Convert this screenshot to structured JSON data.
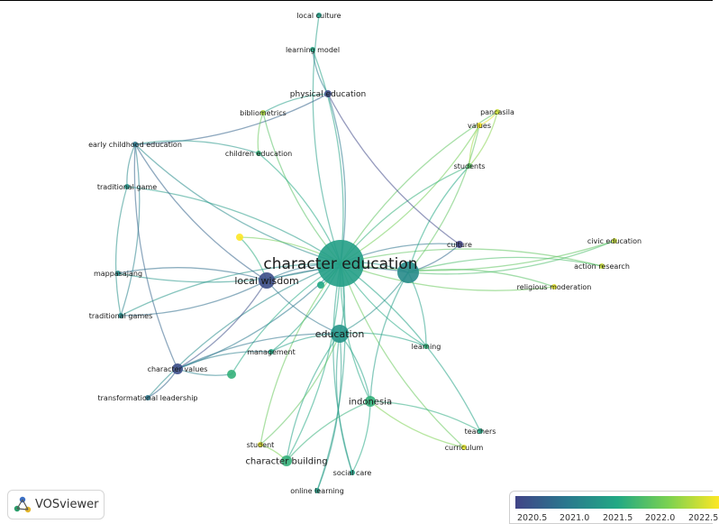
{
  "app": {
    "logo_text": "VOSviewer"
  },
  "network": {
    "nodes": [
      {
        "id": "character-education",
        "label": "character education",
        "year": 2021.4
      },
      {
        "id": "local-wisdom",
        "label": "local wisdom",
        "year": 2020.6
      },
      {
        "id": "education",
        "label": "education",
        "year": 2021.3
      },
      {
        "id": "indonesia",
        "label": "indonesia",
        "year": 2021.6
      },
      {
        "id": "character-building",
        "label": "character building",
        "year": 2021.6
      },
      {
        "id": "physical-education",
        "label": "physical education",
        "year": 2020.6
      },
      {
        "id": "local-culture",
        "label": "local culture",
        "year": 2021.4
      },
      {
        "id": "learning-model",
        "label": "learning model",
        "year": 2021.5
      },
      {
        "id": "bibliometrics",
        "label": "bibliometrics",
        "year": 2022.2
      },
      {
        "id": "children-education",
        "label": "children education",
        "year": 2021.6
      },
      {
        "id": "early-childhood-education",
        "label": "early childhood education",
        "year": 2021.0
      },
      {
        "id": "traditional-game",
        "label": "traditional game",
        "year": 2021.3
      },
      {
        "id": "mappasajang",
        "label": "mappasajang",
        "year": 2021.2
      },
      {
        "id": "traditional-games",
        "label": "traditional games",
        "year": 2021.2
      },
      {
        "id": "character-values",
        "label": "character values",
        "year": 2020.6
      },
      {
        "id": "transformational-leadership",
        "label": "transformational leadership",
        "year": 2021.0
      },
      {
        "id": "management",
        "label": "management",
        "year": 2021.5
      },
      {
        "id": "student",
        "label": "student",
        "year": 2022.4
      },
      {
        "id": "online-learning",
        "label": "online learning",
        "year": 2021.4
      },
      {
        "id": "social-care",
        "label": "social care",
        "year": 2021.4
      },
      {
        "id": "culture",
        "label": "culture",
        "year": 2020.5
      },
      {
        "id": "civic-education",
        "label": "civic education",
        "year": 2022.3
      },
      {
        "id": "action-research",
        "label": "action research",
        "year": 2022.3
      },
      {
        "id": "religious-moderation",
        "label": "religious moderation",
        "year": 2022.4
      },
      {
        "id": "pancasila",
        "label": "pancasila",
        "year": 2022.3
      },
      {
        "id": "values",
        "label": "values",
        "year": 2022.5
      },
      {
        "id": "students",
        "label": "students",
        "year": 2021.8
      },
      {
        "id": "learning",
        "label": "learning",
        "year": 2021.6
      },
      {
        "id": "teachers",
        "label": "teachers",
        "year": 2021.5
      },
      {
        "id": "curriculum",
        "label": "curriculum",
        "year": 2022.4
      },
      {
        "id": "unlabeled-1",
        "label": "",
        "year": 2021.2
      },
      {
        "id": "unlabeled-2",
        "label": "",
        "year": 2022.5
      },
      {
        "id": "unlabeled-3",
        "label": "",
        "year": 2021.5
      },
      {
        "id": "unlabeled-4",
        "label": "",
        "year": 2021.6
      }
    ],
    "links": [
      [
        "character-education",
        "local-wisdom"
      ],
      [
        "character-education",
        "education"
      ],
      [
        "character-education",
        "indonesia"
      ],
      [
        "character-education",
        "character-building"
      ],
      [
        "character-education",
        "physical-education"
      ],
      [
        "character-education",
        "local-culture"
      ],
      [
        "character-education",
        "learning-model"
      ],
      [
        "character-education",
        "bibliometrics"
      ],
      [
        "character-education",
        "children-education"
      ],
      [
        "character-education",
        "early-childhood-education"
      ],
      [
        "character-education",
        "traditional-game"
      ],
      [
        "character-education",
        "mappasajang"
      ],
      [
        "character-education",
        "traditional-games"
      ],
      [
        "character-education",
        "character-values"
      ],
      [
        "character-education",
        "transformational-leadership"
      ],
      [
        "character-education",
        "management"
      ],
      [
        "character-education",
        "student"
      ],
      [
        "character-education",
        "online-learning"
      ],
      [
        "character-education",
        "social-care"
      ],
      [
        "character-education",
        "culture"
      ],
      [
        "character-education",
        "civic-education"
      ],
      [
        "character-education",
        "action-research"
      ],
      [
        "character-education",
        "religious-moderation"
      ],
      [
        "character-education",
        "pancasila"
      ],
      [
        "character-education",
        "values"
      ],
      [
        "character-education",
        "students"
      ],
      [
        "character-education",
        "learning"
      ],
      [
        "character-education",
        "teachers"
      ],
      [
        "character-education",
        "curriculum"
      ],
      [
        "character-education",
        "unlabeled-1"
      ],
      [
        "character-education",
        "unlabeled-2"
      ],
      [
        "character-education",
        "unlabeled-3"
      ],
      [
        "character-education",
        "unlabeled-4"
      ],
      [
        "unlabeled-1",
        "students"
      ],
      [
        "unlabeled-1",
        "culture"
      ],
      [
        "unlabeled-1",
        "religious-moderation"
      ],
      [
        "unlabeled-1",
        "civic-education"
      ],
      [
        "unlabeled-1",
        "action-research"
      ],
      [
        "unlabeled-1",
        "values"
      ],
      [
        "unlabeled-1",
        "education"
      ],
      [
        "unlabeled-1",
        "indonesia"
      ],
      [
        "unlabeled-1",
        "learning"
      ],
      [
        "unlabeled-1",
        "local-wisdom"
      ],
      [
        "local-wisdom",
        "character-values"
      ],
      [
        "local-wisdom",
        "mappasajang"
      ],
      [
        "local-wisdom",
        "traditional-games"
      ],
      [
        "local-wisdom",
        "education"
      ],
      [
        "local-wisdom",
        "early-childhood-education"
      ],
      [
        "education",
        "management"
      ],
      [
        "education",
        "indonesia"
      ],
      [
        "education",
        "character-building"
      ],
      [
        "education",
        "online-learning"
      ],
      [
        "education",
        "social-care"
      ],
      [
        "education",
        "student"
      ],
      [
        "education",
        "character-values"
      ],
      [
        "education",
        "learning"
      ],
      [
        "physical-education",
        "culture"
      ],
      [
        "physical-education",
        "learning-model"
      ],
      [
        "physical-education",
        "bibliometrics"
      ],
      [
        "physical-education",
        "early-childhood-education"
      ],
      [
        "early-childhood-education",
        "traditional-game"
      ],
      [
        "early-childhood-education",
        "traditional-games"
      ],
      [
        "early-childhood-education",
        "character-values"
      ],
      [
        "early-childhood-education",
        "children-education"
      ],
      [
        "traditional-game",
        "traditional-games"
      ],
      [
        "character-values",
        "transformational-leadership"
      ],
      [
        "character-values",
        "unlabeled-4"
      ],
      [
        "character-values",
        "management"
      ],
      [
        "students",
        "pancasila"
      ],
      [
        "students",
        "values"
      ],
      [
        "values",
        "pancasila"
      ],
      [
        "indonesia",
        "teachers"
      ],
      [
        "indonesia",
        "curriculum"
      ],
      [
        "indonesia",
        "social-care"
      ],
      [
        "indonesia",
        "character-building"
      ],
      [
        "student",
        "character-building"
      ],
      [
        "bibliometrics",
        "children-education"
      ],
      [
        "unlabeled-2",
        "local-wisdom"
      ]
    ]
  },
  "legend": {
    "ticks": [
      "2020.5",
      "2021.0",
      "2021.5",
      "2022.0",
      "2022.5"
    ],
    "min": 2020.5,
    "max": 2022.5,
    "colors": [
      "#414487",
      "#2a788e",
      "#22a884",
      "#7ad151",
      "#fde725"
    ]
  }
}
